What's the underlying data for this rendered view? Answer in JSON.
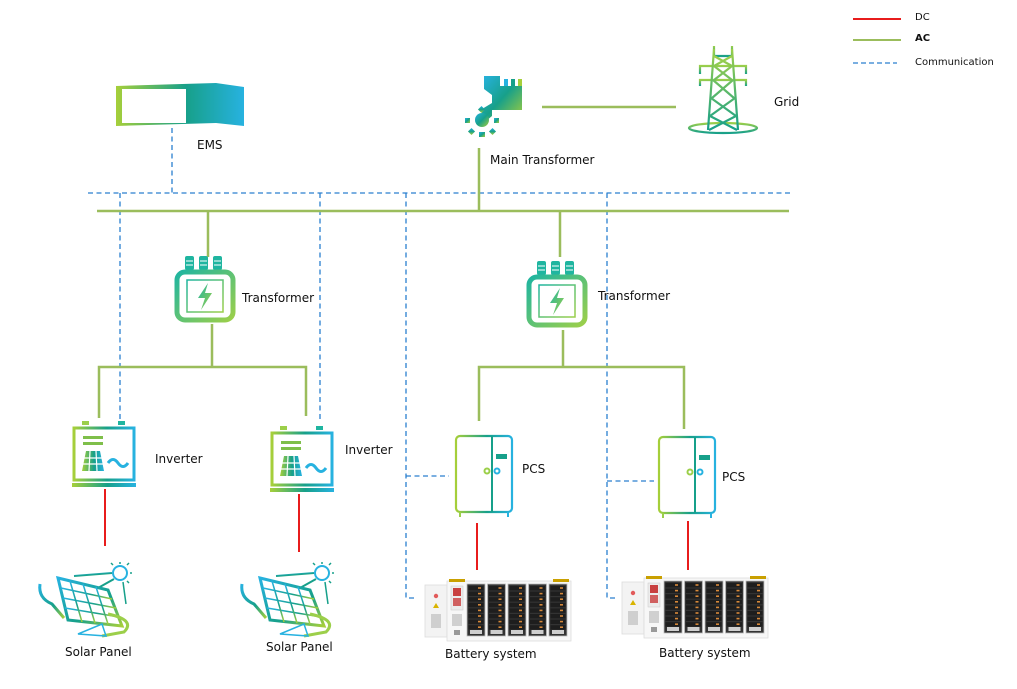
{
  "legend": {
    "dc_label": "DC",
    "ac_label": "AC",
    "comm_label": "Communication"
  },
  "colors": {
    "dc": "#e81c1c",
    "ac": "#9bbd5c",
    "communication": "#2a7fcf",
    "icon_green": "#a6cf3a",
    "icon_teal": "#17a08a",
    "icon_blue": "#27b2e0"
  },
  "nodes": {
    "ems": "EMS",
    "main_transformer": "Main Transformer",
    "grid": "Grid",
    "transformer_left": "Transformer",
    "transformer_right": "Transformer",
    "inverter_1": "Inverter",
    "inverter_2": "Inverter",
    "pcs_1": "PCS",
    "pcs_2": "PCS",
    "solar_panel_1": "Solar Panel",
    "solar_panel_2": "Solar Panel",
    "battery_1": "Battery system",
    "battery_2": "Battery system"
  }
}
